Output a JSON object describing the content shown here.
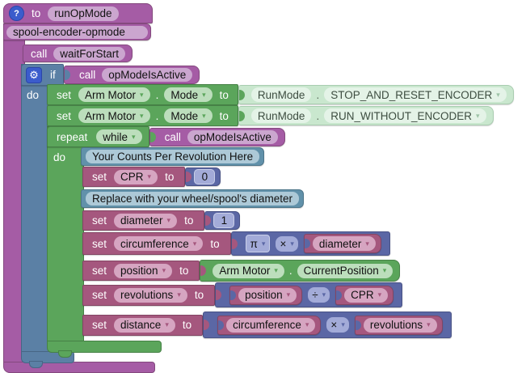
{
  "colors": {
    "canvas": "#ffffff",
    "purple": "#a55ca5",
    "purpleDark": "#84497e",
    "purpleField": "#cba6cf",
    "blue": "#5b80a5",
    "blueDark": "#476685",
    "green": "#5ba55b",
    "greenDark": "#468146",
    "greenField": "#bcdebc",
    "mint": "#c9e7ce",
    "mintDark": "#a9cdb0",
    "mintField": "#e4f3e7",
    "rose": "#a5577e",
    "roseDark": "#834563",
    "roseField": "#d6a5c1",
    "indigo": "#5b67a5",
    "indigoDark": "#485285",
    "indigoField": "#a3abd8",
    "steel": "#6191aa",
    "steelDark": "#4d7589",
    "steelField": "#adc9d7",
    "badge": "#3b5ccc"
  },
  "icons": {
    "help": "?",
    "gear": "⚙",
    "dropdown": "▾"
  },
  "procedure": {
    "to": "to",
    "name": "runOpMode",
    "comment": "spool-encoder-opmode"
  },
  "waitForStart": {
    "call": "call",
    "name": "waitForStart"
  },
  "ifBlock": {
    "if": "if",
    "do": "do"
  },
  "opModeIsActive": {
    "call": "call",
    "name": "opModeIsActive"
  },
  "setMode1": {
    "set": "set",
    "object": "Arm Motor",
    "dot": ".",
    "property": "Mode",
    "to": "to"
  },
  "runMode1": {
    "class": "RunMode",
    "dot": ".",
    "value": "STOP_AND_RESET_ENCODER"
  },
  "setMode2": {
    "set": "set",
    "object": "Arm Motor",
    "dot": ".",
    "property": "Mode",
    "to": "to"
  },
  "runMode2": {
    "class": "RunMode",
    "dot": ".",
    "value": "RUN_WITHOUT_ENCODER"
  },
  "repeatBlock": {
    "repeat": "repeat",
    "mode": "while",
    "do": "do"
  },
  "comment1": {
    "text": "Your Counts Per Revolution Here"
  },
  "setCpr": {
    "set": "set",
    "var": "CPR",
    "to": "to",
    "value": "0"
  },
  "comment2": {
    "text": "Replace with your wheel/spool's diameter"
  },
  "setDiameter": {
    "set": "set",
    "var": "diameter",
    "to": "to",
    "value": "1"
  },
  "setCircumference": {
    "set": "set",
    "var": "circumference",
    "to": "to",
    "constant": "π",
    "operator": "×",
    "operand": "diameter"
  },
  "setPosition": {
    "set": "set",
    "var": "position",
    "to": "to",
    "object": "Arm Motor",
    "dot": ".",
    "property": "CurrentPosition"
  },
  "setRevolutions": {
    "set": "set",
    "var": "revolutions",
    "to": "to",
    "left": "position",
    "operator": "÷",
    "right": "CPR"
  },
  "setDistance": {
    "set": "set",
    "var": "distance",
    "to": "to",
    "left": "circumference",
    "operator": "×",
    "right": "revolutions"
  }
}
